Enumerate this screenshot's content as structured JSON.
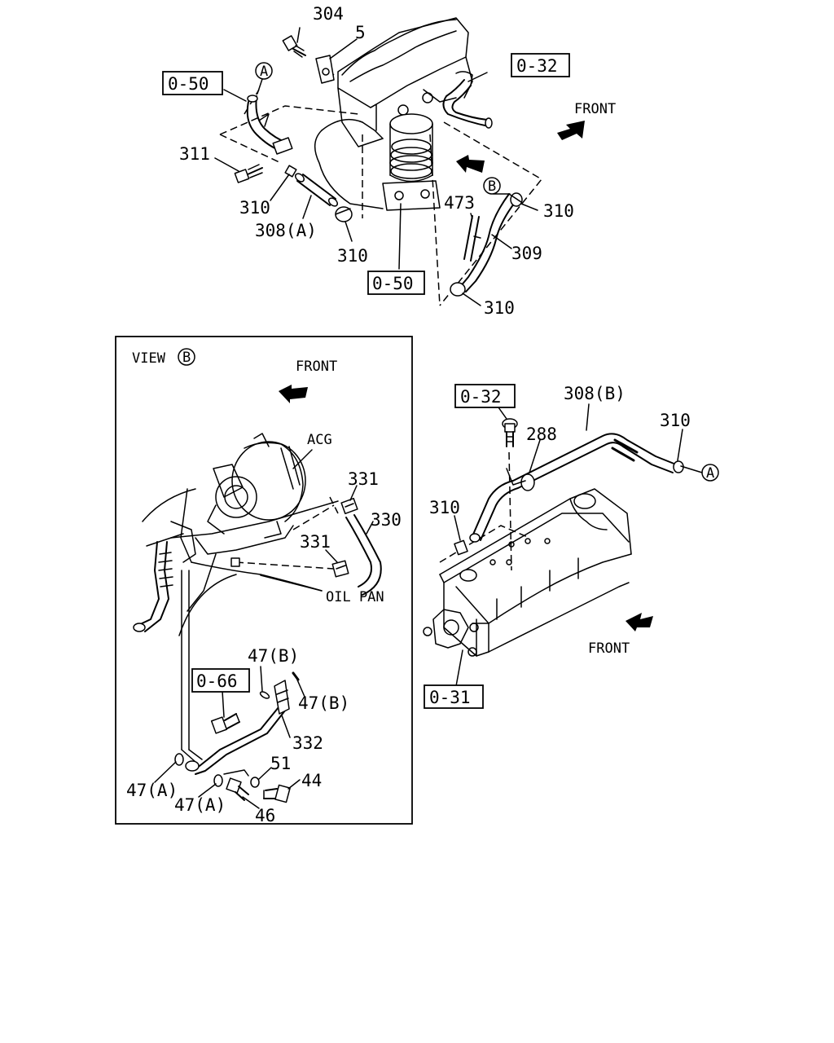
{
  "top": {
    "callouts": {
      "c304": "304",
      "c5": "5",
      "c311": "311",
      "c310a": "310",
      "c308a": "308(A)",
      "c310b": "310",
      "c473": "473",
      "c310c": "310",
      "c309": "309",
      "c310d": "310"
    },
    "refs": {
      "r050a": "0-50",
      "r050b": "0-50",
      "r032": "0-32"
    },
    "markers": {
      "a": "A",
      "b": "B"
    },
    "front_label": "FRONT"
  },
  "view_b": {
    "title": "VIEW",
    "title_marker": "B",
    "front_label": "FRONT",
    "acg": "ACG",
    "oil_pan": "OIL PAN",
    "callouts": {
      "c331a": "331",
      "c330": "330",
      "c331b": "331",
      "c47b1": "47(B)",
      "c47b2": "47(B)",
      "c332": "332",
      "c51": "51",
      "c44": "44",
      "c47a1": "47(A)",
      "c47a2": "47(A)",
      "c46": "46"
    },
    "refs": {
      "r066": "0-66"
    }
  },
  "right": {
    "callouts": {
      "c308b": "308(B)",
      "c310a": "310",
      "c288": "288",
      "c310b": "310"
    },
    "refs": {
      "r032": "0-32",
      "r031": "0-31"
    },
    "marker_a": "A",
    "front_label": "FRONT"
  }
}
